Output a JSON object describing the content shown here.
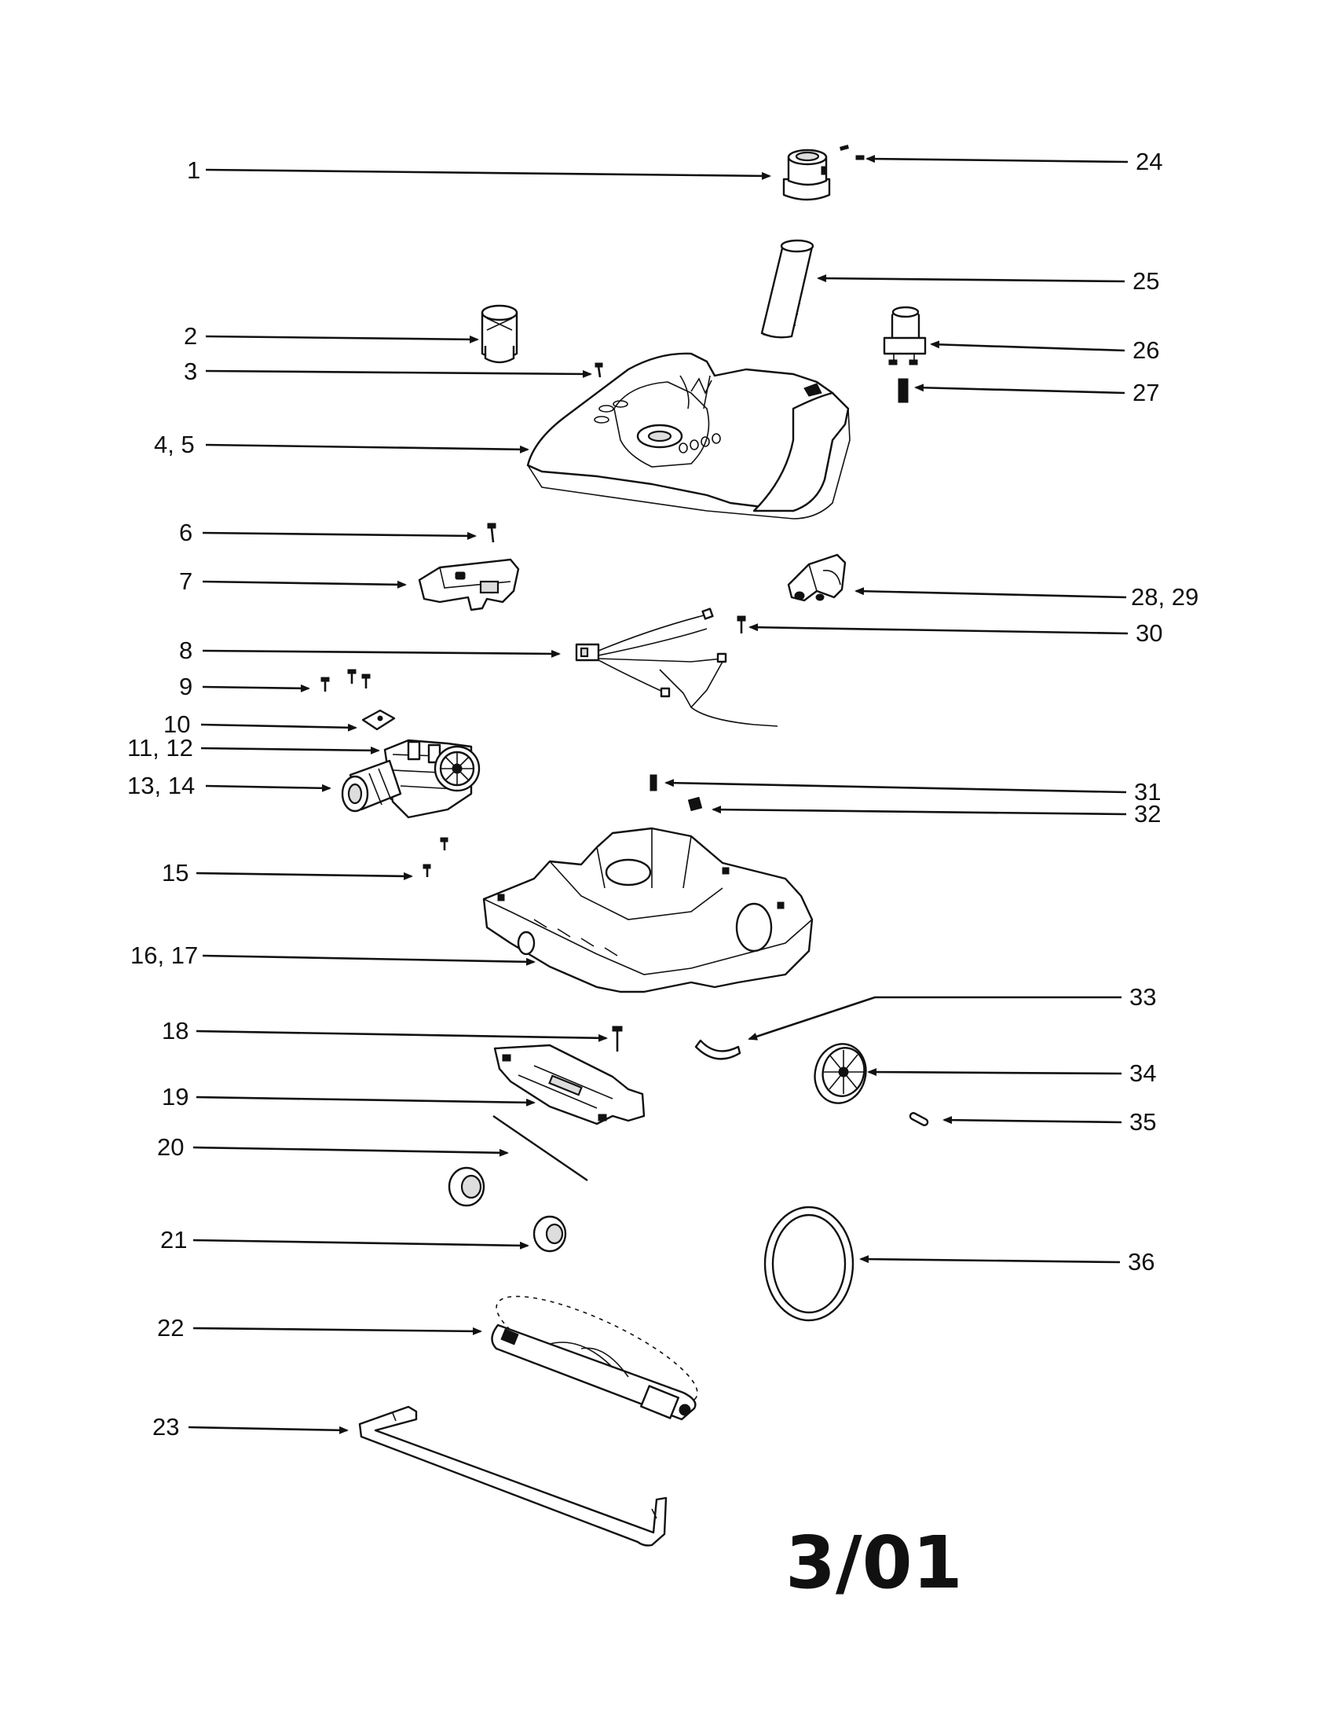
{
  "callouts": {
    "c1": "1",
    "c2": "2",
    "c3": "3",
    "c4": "4, 5",
    "c6": "6",
    "c7": "7",
    "c8": "8",
    "c9": "9",
    "c10": "10",
    "c11": "11, 12",
    "c13": "13, 14",
    "c15": "15",
    "c16": "16, 17",
    "c18": "18",
    "c19": "19",
    "c20": "20",
    "c21": "21",
    "c22": "22",
    "c23": "23",
    "c24": "24",
    "c25": "25",
    "c26": "26",
    "c27": "27",
    "c28": "28, 29",
    "c30": "30",
    "c31": "31",
    "c32": "32",
    "c33": "33",
    "c34": "34",
    "c35": "35",
    "c36": "36"
  },
  "date_stamp": "3/01",
  "colors": {
    "ink": "#111111",
    "paper": "#ffffff"
  }
}
